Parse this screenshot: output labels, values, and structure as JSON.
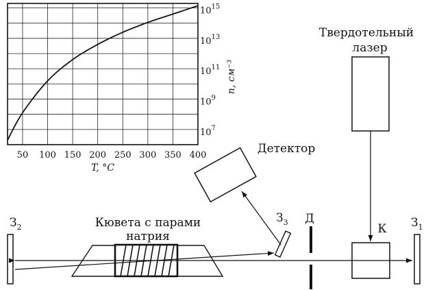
{
  "chart_data": {
    "type": "line",
    "x_label": "T, °C",
    "y_label": "n, см⁻³",
    "x_ticks": [
      50,
      100,
      150,
      200,
      250,
      300,
      350,
      400
    ],
    "y_ticks": [
      {
        "base": "10",
        "exp": "7",
        "value": 10000000.0
      },
      {
        "base": "10",
        "exp": "9",
        "value": 1000000000.0
      },
      {
        "base": "10",
        "exp": "11",
        "value": 100000000000.0
      },
      {
        "base": "10",
        "exp": "13",
        "value": 10000000000000.0
      },
      {
        "base": "10",
        "exp": "15",
        "value": 1000000000000000.0
      }
    ],
    "xlim": [
      20,
      400
    ],
    "y_log10_lim": [
      6,
      15.3
    ],
    "y_scale": "log",
    "grid": true,
    "series": [
      {
        "points": [
          [
            20,
            6.3
          ],
          [
            50,
            8.1
          ],
          [
            100,
            10.2
          ],
          [
            150,
            11.6
          ],
          [
            200,
            12.6
          ],
          [
            250,
            13.4
          ],
          [
            300,
            14.05
          ],
          [
            350,
            14.6
          ],
          [
            400,
            15.15
          ]
        ]
      }
    ]
  },
  "diagram": {
    "laser_label_line1": "Твердотельный",
    "laser_label_line2": "лазер",
    "detector_label": "Детектор",
    "cell_label_line1": "Кювета с парами",
    "cell_label_line2": "натрия",
    "mirror_left": {
      "main": "З",
      "sub": "2"
    },
    "mirror_right": {
      "main": "З",
      "sub": "1"
    },
    "mirror_3": {
      "main": "З",
      "sub": "3"
    },
    "diaphragm_label": "Д",
    "k_label": "К"
  }
}
